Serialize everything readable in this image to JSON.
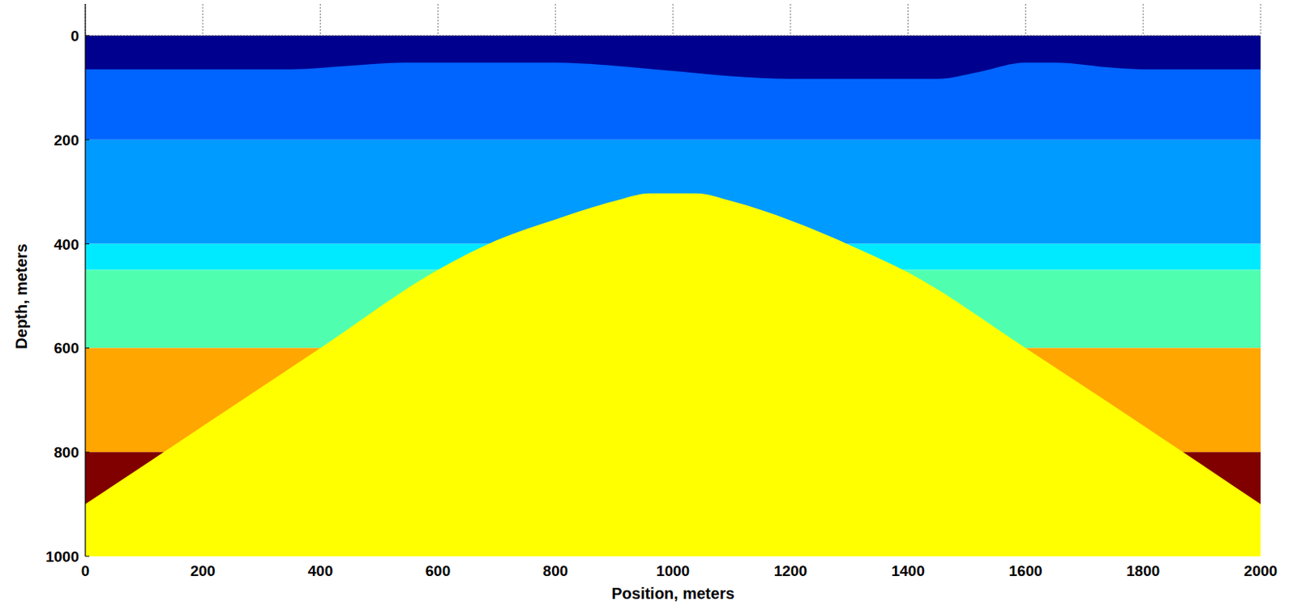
{
  "diagram": {
    "labels": [
      "0",
      "200",
      "400",
      "600",
      "800",
      "1000",
      "Depth, meters",
      "0",
      "200",
      "400",
      "600",
      "800",
      "1000",
      "1200",
      "1400",
      "1600",
      "1800",
      "2000",
      "Position, meters"
    ]
  }
}
